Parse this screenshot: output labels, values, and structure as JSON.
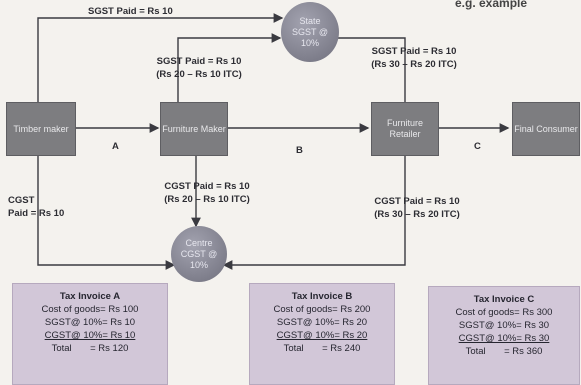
{
  "title_fragment": "e.g. example",
  "nodes": {
    "timber": "Timber maker",
    "furniture_maker": "Furniture Maker",
    "retailer": "Furniture Retailer",
    "consumer": "Final Consumer",
    "state": "State SGST @ 10%",
    "centre": "Centre CGST @ 10%"
  },
  "edges": {
    "a": "A",
    "b": "B",
    "c": "C",
    "sgst_top": "SGST Paid = Rs 10",
    "sgst_maker_1": "SGST Paid = Rs 10",
    "sgst_maker_2": "(Rs 20 – Rs 10 ITC)",
    "sgst_retail_1": "SGST Paid = Rs 10",
    "sgst_retail_2": "(Rs 30 – Rs 20 ITC)",
    "cgst_timber_1": "CGST",
    "cgst_timber_2": "Paid = Rs 10",
    "cgst_maker_1": "CGST Paid = Rs 10",
    "cgst_maker_2": "(Rs 20 – Rs 10 ITC)",
    "cgst_retail_1": "CGST Paid = Rs 10",
    "cgst_retail_2": "(Rs 30 – Rs 20 ITC)"
  },
  "invoices": [
    {
      "title": "Tax Invoice A",
      "cost": "Cost of goods= Rs 100",
      "sgst": "SGST@ 10%= Rs 10",
      "cgst": "CGST@ 10%= Rs 10",
      "total": "Total       = Rs 120"
    },
    {
      "title": "Tax Invoice B",
      "cost": "Cost of goods= Rs 200",
      "sgst": "SGST@ 10%= Rs 20",
      "cgst": "CGST@ 10%= Rs 20",
      "total": "Total       = Rs 240"
    },
    {
      "title": "Tax Invoice C",
      "cost": "Cost of goods= Rs 300",
      "sgst": "SGST@ 10%= Rs 30",
      "cgst": "CGST@ 10%= Rs 30",
      "total": "Total       = Rs 360"
    }
  ]
}
